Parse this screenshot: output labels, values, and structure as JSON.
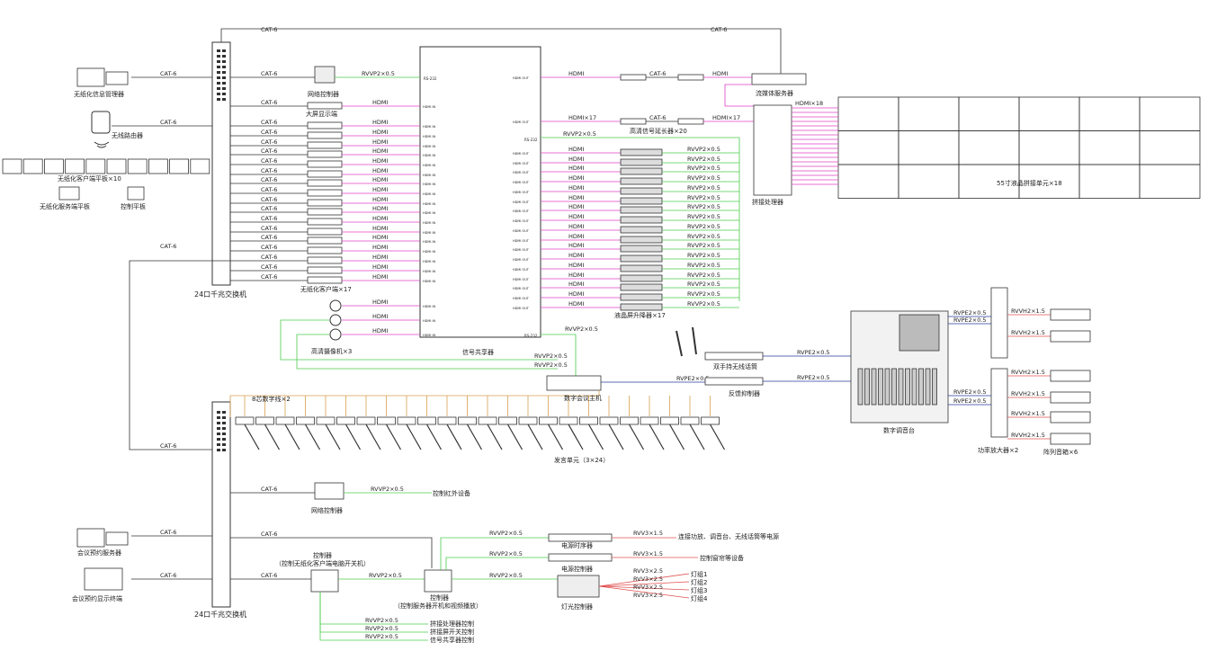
{
  "switches": {
    "label": "24口千兆交换机"
  },
  "cables": {
    "cat6": "CAT-6",
    "hdmi": "HDMI",
    "hdmi17": "HDMI×17",
    "hdmi18": "HDMI×18",
    "rvvp": "RVVP2×0.5",
    "rvpe": "RVPE2×0.5",
    "rvvh": "RVVH2×1.5",
    "rvv15": "RVV3×1.5",
    "rvv25": "RVV3×2.5",
    "trunk8": "8芯数字线×2"
  },
  "ports": {
    "hdmi_in": "HDMI IN",
    "hdmi_out": "HDMI OUT",
    "rs232": "RS-232"
  },
  "devices": {
    "paperless_manager": "无纸化信息管理器",
    "wireless_router": "无线路由器",
    "paperless_tablets": "无纸化客户端平板×10",
    "paperless_server_tablet": "无纸化服务端平板",
    "control_tablet": "控制平板",
    "net_controller": "网络控制器",
    "big_display": "大屏显示端",
    "paperless_clients": "无纸化客户端×17",
    "hd_cameras": "高清摄像机×3",
    "signal_sharer": "信号共享器",
    "streaming_server": "流媒体服务器",
    "splicing_processor": "拼接处理器",
    "hd_extender": "高清信号延长器×20",
    "lcd_lifts": "液晶屏升降器×17",
    "video_wall": "55寸液晶拼接单元×18",
    "wireless_mics": "双手持无线话筒",
    "feedback_suppressor": "反馈抑制器",
    "conference_host": "数字会议主机",
    "digital_mixer": "数字调音台",
    "amplifiers": "功率放大器×2",
    "speakers": "阵列音箱×6",
    "speaking_units": "发言单元（3×24）",
    "net_controller2": "网络控制器",
    "ir_control": "控制红外设备",
    "booking_server": "会议预约服务器",
    "booking_display": "会议预约显示终端",
    "controller_a_title": "控制器",
    "controller_a_sub": "（控制无纸化客户端电脑开关机）",
    "controller_b_title": "控制器",
    "controller_b_sub": "（控制服务器开机和视频播放）",
    "power_sequencer": "电源时序器",
    "power_sequencer_note": "连接功放、调音台、无线话筒等电源",
    "power_controller": "电源控制器",
    "curtain_control": "控制窗帘等设备",
    "light_controller": "灯光控制器",
    "light_groups": [
      "灯组1",
      "灯组2",
      "灯组3",
      "灯组4"
    ],
    "ctrl_targets": [
      "拼接处理器控制",
      "拼接屏开关控制",
      "信号共享器控制"
    ]
  }
}
